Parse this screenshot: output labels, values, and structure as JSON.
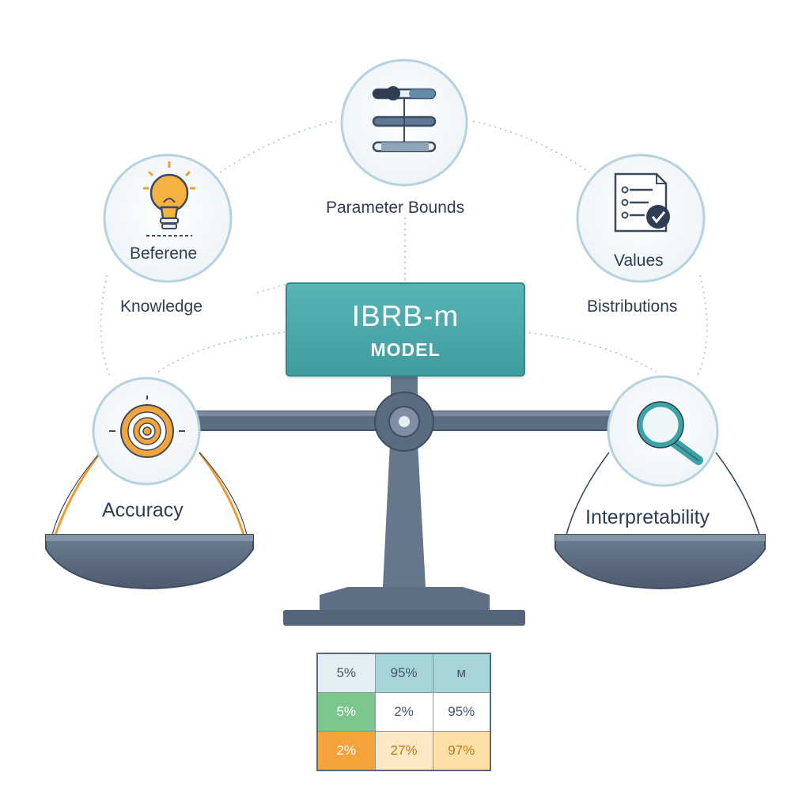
{
  "model": {
    "title": "IBRB-m",
    "subtitle": "MODEL"
  },
  "top_node": {
    "label": "Parameter Bounds",
    "icon": "sliders-icon"
  },
  "left_node": {
    "inner_label": "Beferene",
    "outer_label": "Knowledge",
    "icon": "lightbulb-icon"
  },
  "right_node": {
    "inner_label": "Values",
    "outer_label": "Bistributions",
    "icon": "checklist-icon"
  },
  "left_pan": {
    "label": "Accuracy",
    "icon": "target-icon"
  },
  "right_pan": {
    "label": "Interpretability",
    "icon": "magnifier-icon"
  },
  "table": {
    "rows": [
      [
        "5%",
        "95%",
        "м"
      ],
      [
        "5%",
        "2%",
        "95%"
      ],
      [
        "2%",
        "27%",
        "97%"
      ]
    ]
  },
  "colors": {
    "teal": "#4aa9ab",
    "slate": "#5f6f83",
    "orange": "#f4a43a",
    "green": "#7cc68e",
    "light_teal": "#a9d8d9"
  }
}
